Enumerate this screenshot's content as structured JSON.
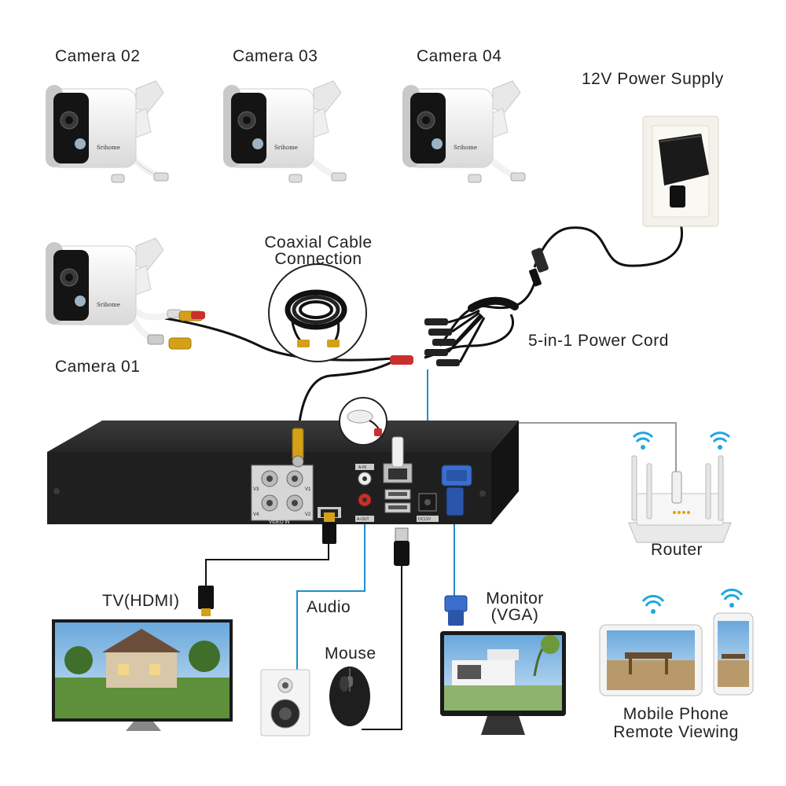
{
  "labels": {
    "camera_02": "Camera 02",
    "camera_03": "Camera 03",
    "camera_04": "Camera 04",
    "power_supply": "12V Power Supply",
    "coaxial_line1": "Coaxial Cable",
    "coaxial_line2": "Connection",
    "camera_01": "Camera 01",
    "power_cord": "5-in-1 Power Cord",
    "router": "Router",
    "tv": "TV(HDMI)",
    "audio": "Audio",
    "mouse": "Mouse",
    "monitor_line1": "Monitor",
    "monitor_line2": "(VGA)",
    "mobile_line1": "Mobile Phone",
    "mobile_line2": "Remote Viewing"
  },
  "dvr_ports": {
    "v1": "V1",
    "v2": "V2",
    "v3": "V3",
    "v4": "V4",
    "video_in": "VIDEO IN",
    "a_in": "A-IN",
    "a_out": "A-OUT",
    "dc12v": "DC12V"
  },
  "camera_brand": "Srihome",
  "colors": {
    "accent_blue": "#1e8fc7",
    "cable_black": "#111111",
    "dvr_body": "#1f1f1f",
    "wifi": "#1fa7e0"
  },
  "icons": [
    "camera-icon",
    "power-adapter-icon",
    "coax-cable-icon",
    "dvr-icon",
    "router-icon",
    "wifi-icon",
    "tv-icon",
    "speaker-icon",
    "mouse-icon",
    "monitor-icon",
    "tablet-icon",
    "phone-icon"
  ]
}
